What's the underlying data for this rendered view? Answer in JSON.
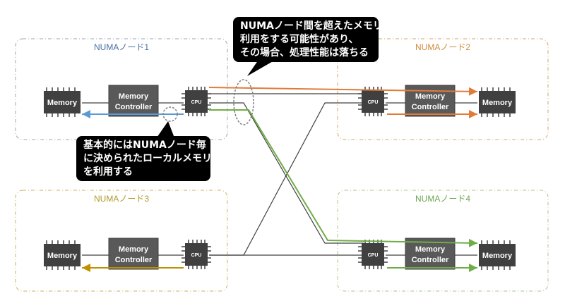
{
  "nodes": [
    {
      "label": "NUMAノード1",
      "color": "#4a6fa5"
    },
    {
      "label": "NUMAノード2",
      "color": "#d08a3c"
    },
    {
      "label": "NUMAノード3",
      "color": "#b09a2a"
    },
    {
      "label": "NUMAノード4",
      "color": "#6aa84f"
    }
  ],
  "memory_label": "Memory",
  "controller_line1": "Memory",
  "controller_line2": "Controller",
  "cpu_label": "CPU",
  "callouts": {
    "remote": [
      "NUMAノード間を超えたメモリ",
      "利用をする可能性があり、",
      "その場合、処理性能は落ちる"
    ],
    "local": [
      "基本的にはNUMAノード毎",
      "に決められたローカルメモリ",
      "を利用する"
    ]
  },
  "colors": {
    "access_remote": "#e07b39",
    "access_local": "#5b9bd5",
    "access_node3": "#bf9000",
    "access_node4": "#70ad47",
    "chip": "#404040",
    "controller": "#595959",
    "wire": "#404040"
  }
}
